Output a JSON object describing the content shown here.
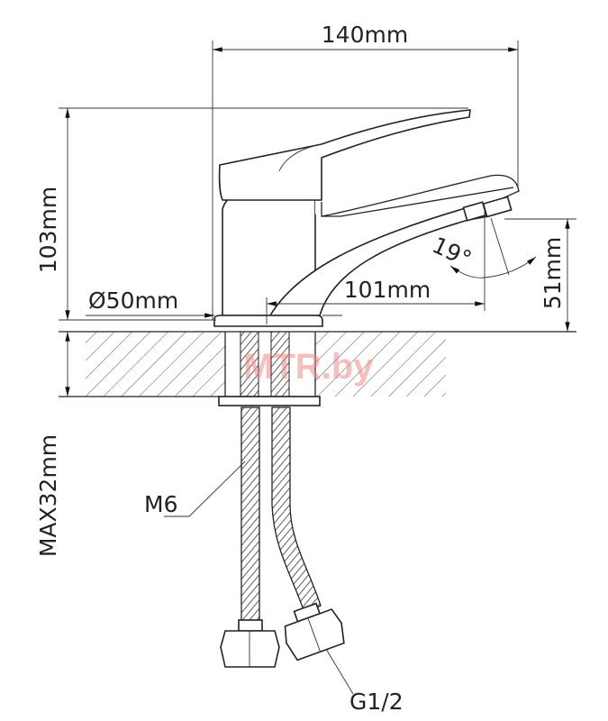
{
  "drawing": {
    "dimensions": {
      "width_total": "140mm",
      "height_total": "103mm",
      "base_diameter": "Ø50mm",
      "spout_reach": "101mm",
      "spout_height": "51mm",
      "angle": "19°",
      "max_counter_thickness": "MAX32mm"
    },
    "callouts": {
      "stud": "M6",
      "hose_connection": "G1/2"
    },
    "watermark": "MTR.by"
  }
}
